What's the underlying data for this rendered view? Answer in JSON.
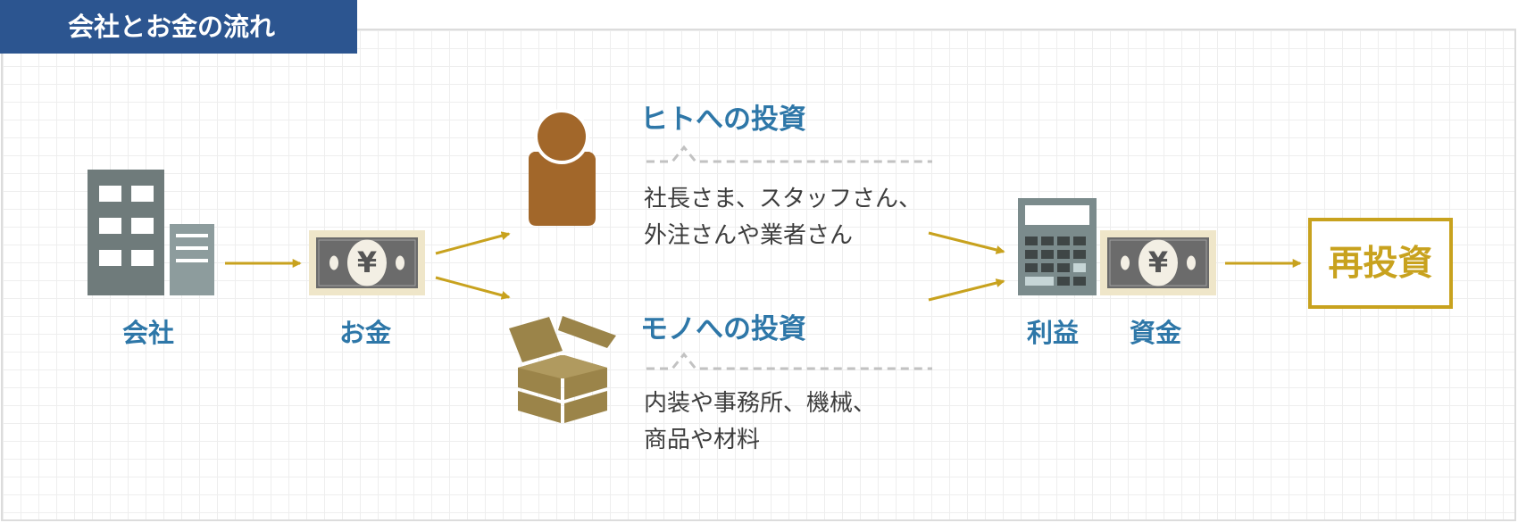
{
  "title": "会社とお金の流れ",
  "nodes": {
    "company": "会社",
    "money": "お金",
    "profit": "利益",
    "funds": "資金",
    "reinvest": "再投資"
  },
  "people_investment": {
    "heading": "ヒトへの投資",
    "lines": [
      "社長さま、スタッフさん、",
      "外注さんや業者さん"
    ]
  },
  "goods_investment": {
    "heading": "モノへの投資",
    "lines": [
      "内装や事務所、機械、",
      "商品や材料"
    ]
  },
  "colors": {
    "title_bar": "#2c5590",
    "label_blue": "#2e77a8",
    "arrow_gold": "#c8a21e",
    "building_gray": "#6f7b7b",
    "banknote_frame": "#efe6c9",
    "banknote_body": "#6b6b6b",
    "person_brown": "#a2672a",
    "box_olive": "#9b8449",
    "reinvest_gold": "#c8a21e"
  },
  "icons": [
    "building-icon",
    "banknote-icon",
    "person-icon",
    "box-icon",
    "calculator-icon",
    "banknote-icon"
  ]
}
